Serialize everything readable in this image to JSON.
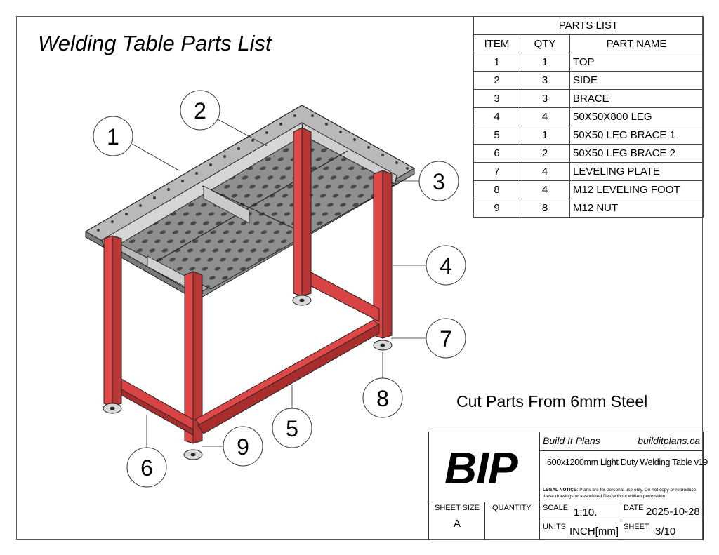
{
  "page": {
    "title": "Welding Table Parts List",
    "note": "Cut Parts From 6mm Steel"
  },
  "parts_list": {
    "caption": "PARTS LIST",
    "headers": [
      "ITEM",
      "QTY",
      "PART NAME"
    ],
    "rows": [
      {
        "item": "1",
        "qty": "1",
        "name": "TOP"
      },
      {
        "item": "2",
        "qty": "3",
        "name": "SIDE"
      },
      {
        "item": "3",
        "qty": "3",
        "name": "BRACE"
      },
      {
        "item": "4",
        "qty": "4",
        "name": "50X50X800 LEG"
      },
      {
        "item": "5",
        "qty": "1",
        "name": "50X50 LEG BRACE 1"
      },
      {
        "item": "6",
        "qty": "2",
        "name": "50X50 LEG BRACE 2"
      },
      {
        "item": "7",
        "qty": "4",
        "name": "LEVELING PLATE"
      },
      {
        "item": "8",
        "qty": "4",
        "name": "M12 LEVELING FOOT"
      },
      {
        "item": "9",
        "qty": "8",
        "name": "M12 NUT"
      }
    ]
  },
  "balloons": [
    "1",
    "2",
    "3",
    "4",
    "5",
    "6",
    "7",
    "8",
    "9"
  ],
  "title_block": {
    "logo": "BIP",
    "company": "Build It Plans",
    "website": "builditplans.ca",
    "drawing_title": "600x1200mm Light Duty Welding Table v19",
    "legal_label": "LEGAL NOTICE:",
    "legal_text": "Plans are for personal use only. Do not copy or reproduce these drawings or associated files without written permission.",
    "sheet_size_label": "SHEET SIZE",
    "sheet_size": "A",
    "quantity_label": "QUANTITY",
    "quantity": "",
    "scale_label": "SCALE",
    "scale": "1:10.",
    "date_label": "DATE",
    "date": "2025-10-28",
    "units_label": "UNITS",
    "units": "INCH[mm]",
    "sheet_label": "SHEET",
    "sheet": "3/10"
  },
  "colors": {
    "steel_frame": "#e04848",
    "steel_frame_dark": "#a82e2e",
    "table_top": "#8a8a8a",
    "table_top_light": "#c4c4c4",
    "outline": "#222222"
  }
}
